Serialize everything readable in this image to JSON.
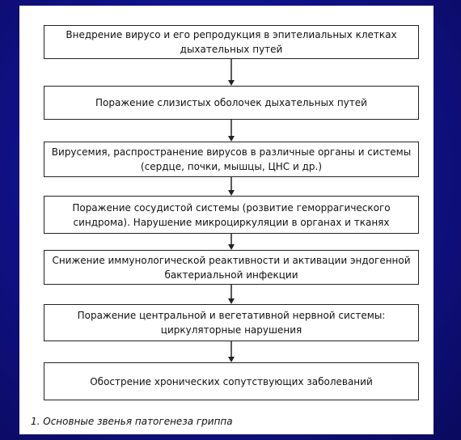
{
  "diagram": {
    "steps": [
      "Внедрение вирусо и его репродукция в эпителиальных клетках дыхательных путей",
      "Поражение слизистых оболочек дыхательных путей",
      "Вирусемия, распространение вирусов в различные органы и системы (сердце, почки, мышцы, ЦНС и др.)",
      "Поражение сосудистой системы (розвитие геморрагического синдрома). Нарушение микроциркуляции в органах и тканях",
      "Снижение иммунологической реактивности и активации эндогенной бактериальной инфекции",
      "Поражение центральной и вегетативной нервной системы: циркуляторные нарушения",
      "Обострение хронических сопутствующих заболеваний"
    ],
    "caption": "1. Основные звенья патогенеза гриппа"
  }
}
